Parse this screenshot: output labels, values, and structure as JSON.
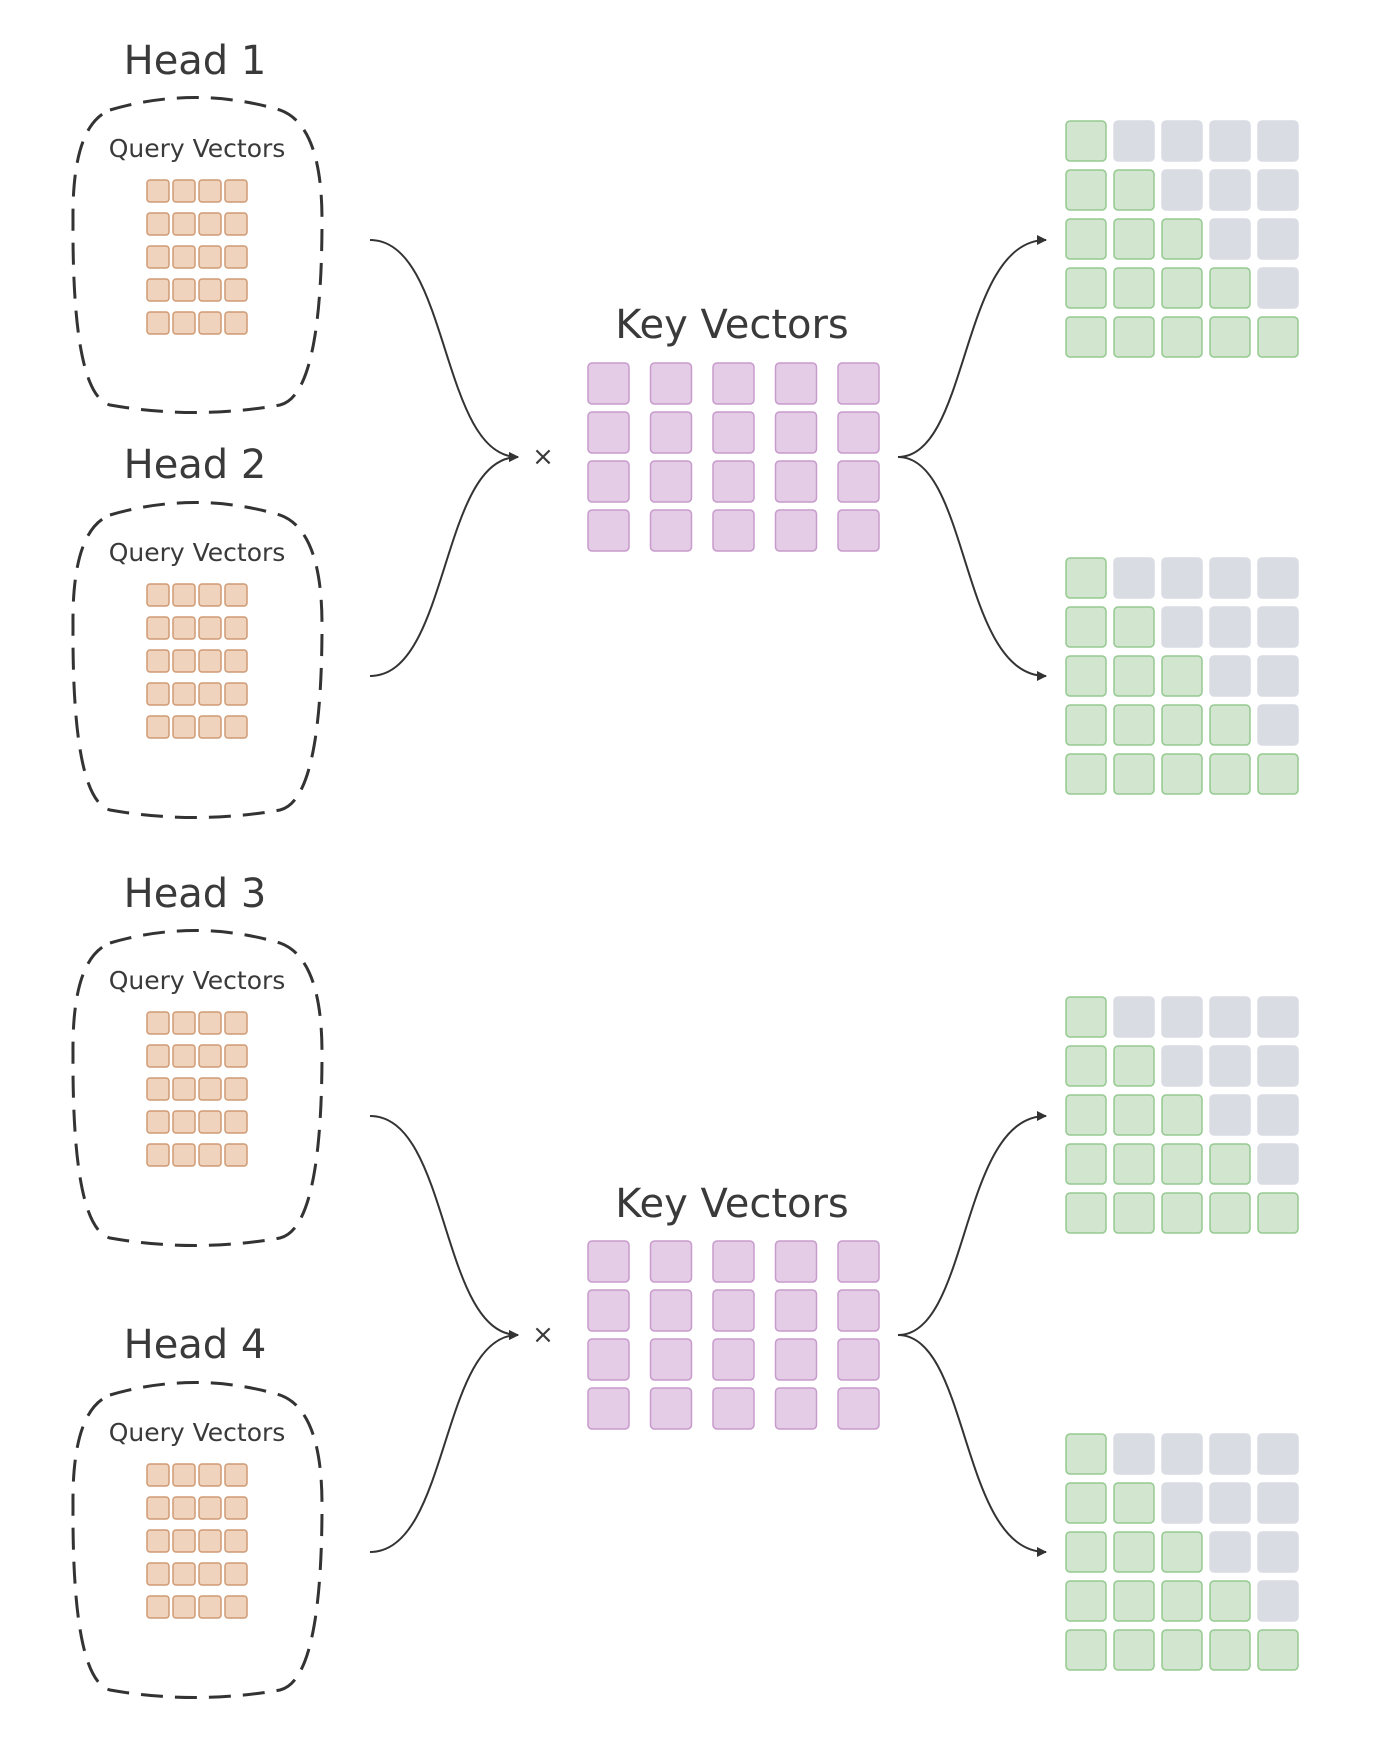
{
  "colors": {
    "query_fill": "#f0d3bd",
    "query_stroke": "#cf9a74",
    "key_fill": "#e4cbe6",
    "key_stroke": "#c79bcc",
    "active_fill": "#d1e5cf",
    "active_stroke": "#95c990",
    "masked_fill": "#d9dce2",
    "line": "#333333"
  },
  "groups": [
    {
      "heads": [
        {
          "title": "Head 1",
          "query_label": "Query Vectors"
        },
        {
          "title": "Head 2",
          "query_label": "Query Vectors"
        }
      ],
      "key_label": "Key Vectors",
      "operator": "×"
    },
    {
      "heads": [
        {
          "title": "Head 3",
          "query_label": "Query Vectors"
        },
        {
          "title": "Head 4",
          "query_label": "Query Vectors"
        }
      ],
      "key_label": "Key Vectors",
      "operator": "×"
    }
  ],
  "query_grid": {
    "rows": 5,
    "cols": 4
  },
  "key_grid": {
    "rows": 4,
    "cols": 5
  },
  "score_grid": {
    "rows": 5,
    "cols": 5,
    "mask": "causal-lower-triangular"
  }
}
